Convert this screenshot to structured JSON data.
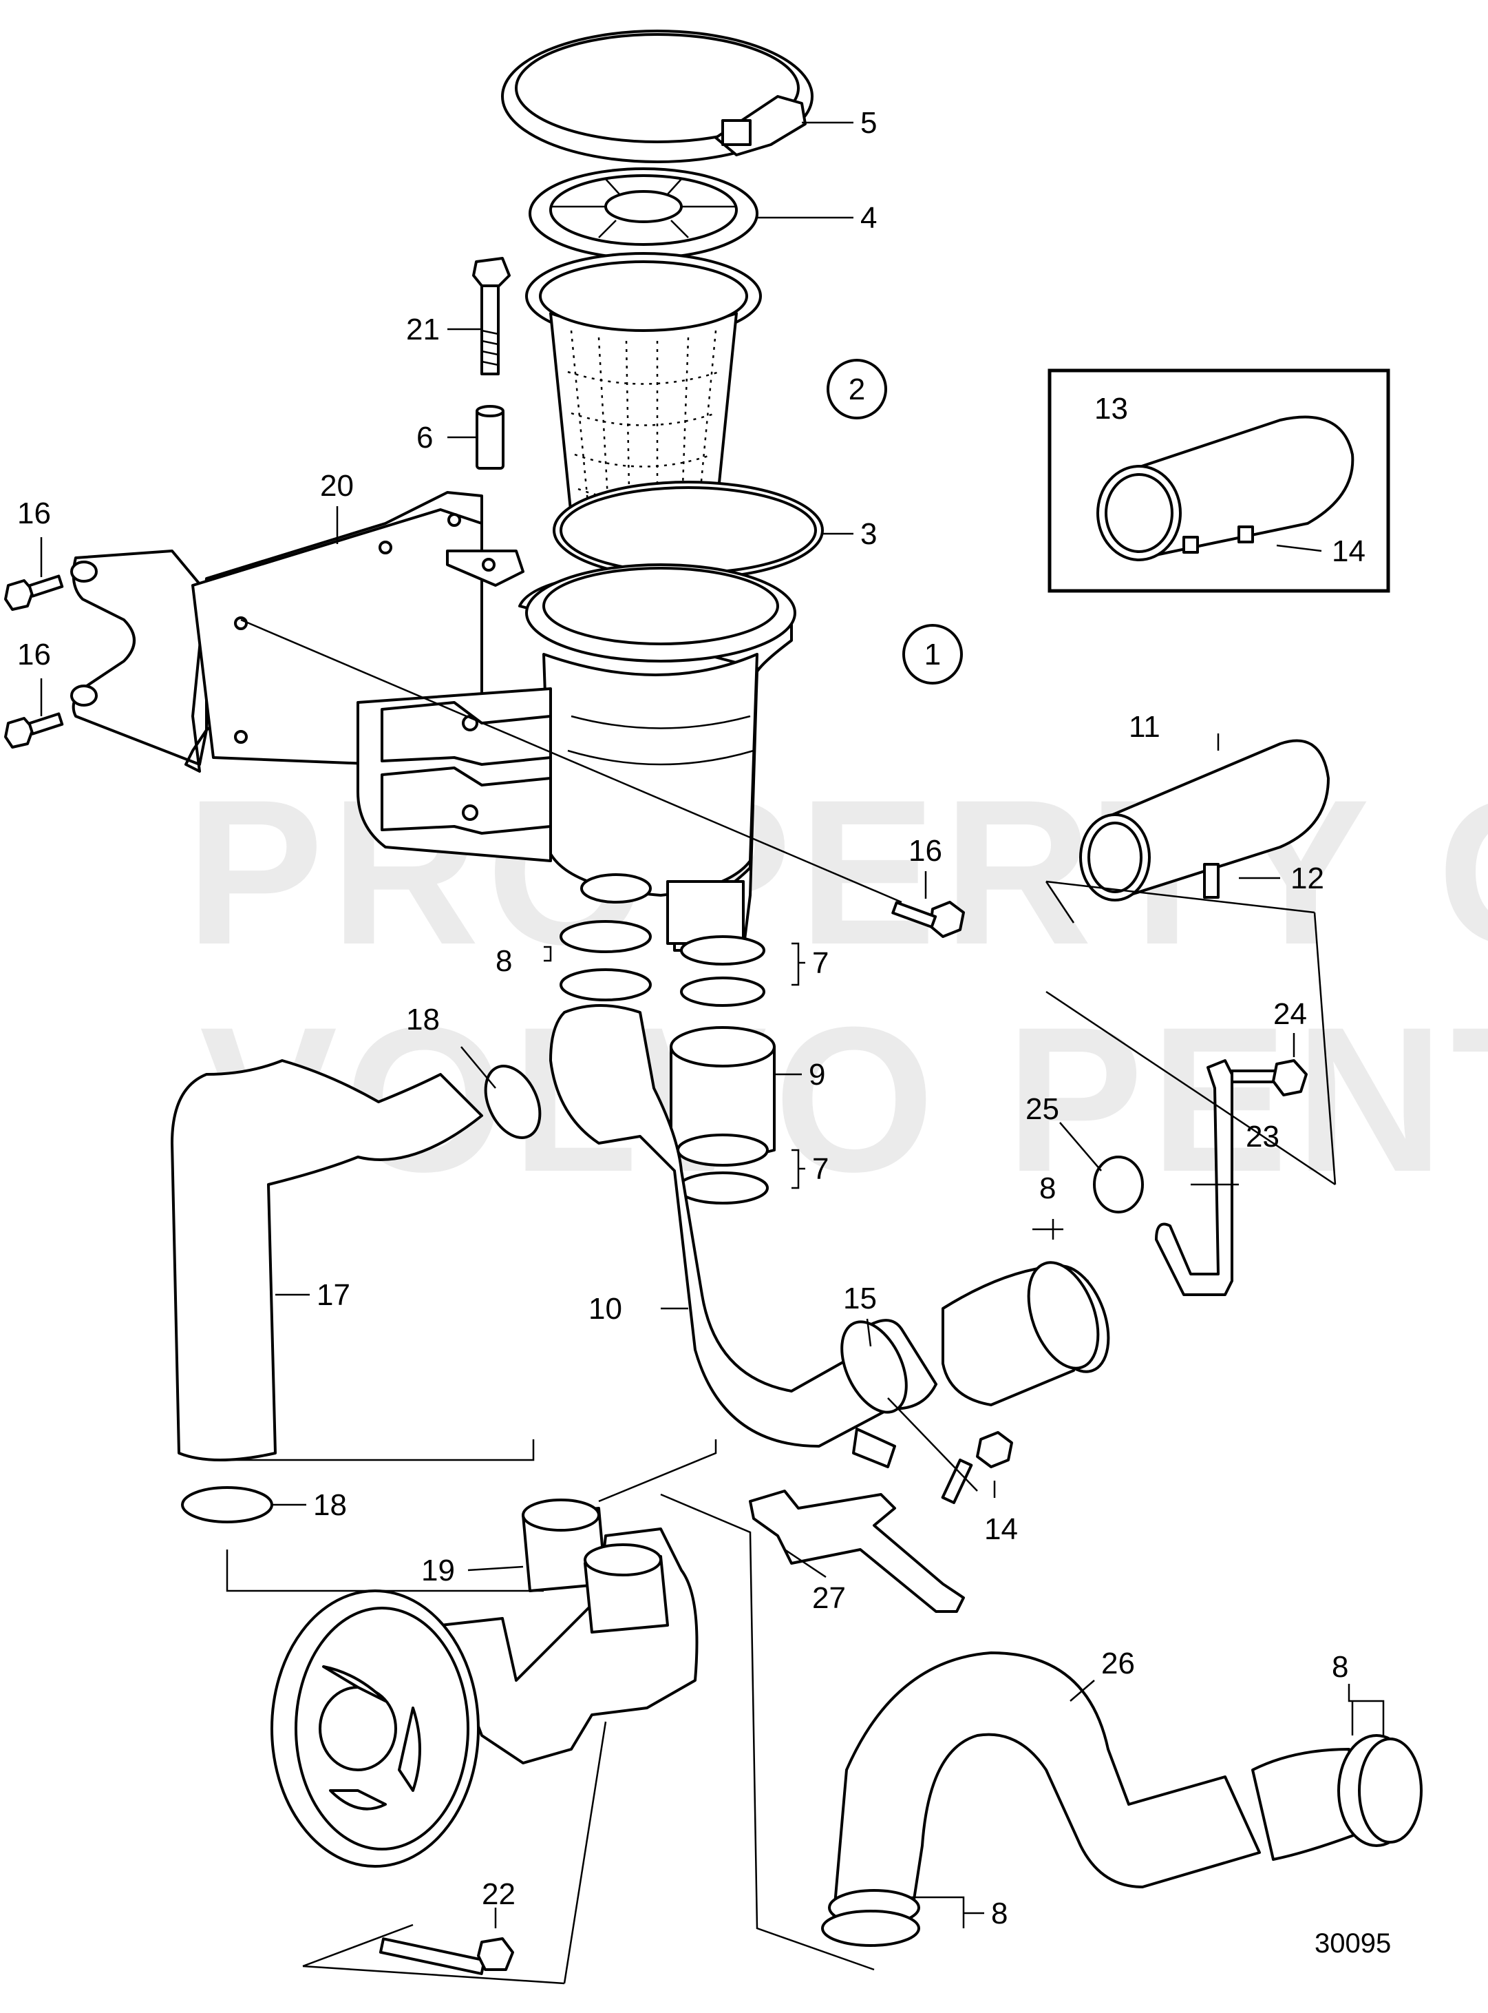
{
  "watermark": {
    "line1": "PROPERTY OF",
    "line2": "VOLVO PENTA"
  },
  "drawing_number": "30095",
  "callouts": {
    "c1": "1",
    "c2": "2"
  },
  "labels": {
    "p3": "3",
    "p4": "4",
    "p5": "5",
    "p6": "6",
    "p7a": "7",
    "p7b": "7",
    "p8a": "8",
    "p8b": "8",
    "p8c": "8",
    "p8d": "8",
    "p9": "9",
    "p10": "10",
    "p11": "11",
    "p12": "12",
    "p13": "13",
    "p14a": "14",
    "p14b": "14",
    "p15": "15",
    "p16a": "16",
    "p16b": "16",
    "p16c": "16",
    "p17": "17",
    "p18a": "18",
    "p18b": "18",
    "p19": "19",
    "p20": "20",
    "p21": "21",
    "p22": "22",
    "p23": "23",
    "p24": "24",
    "p25": "25",
    "p26": "26",
    "p27": "27"
  }
}
